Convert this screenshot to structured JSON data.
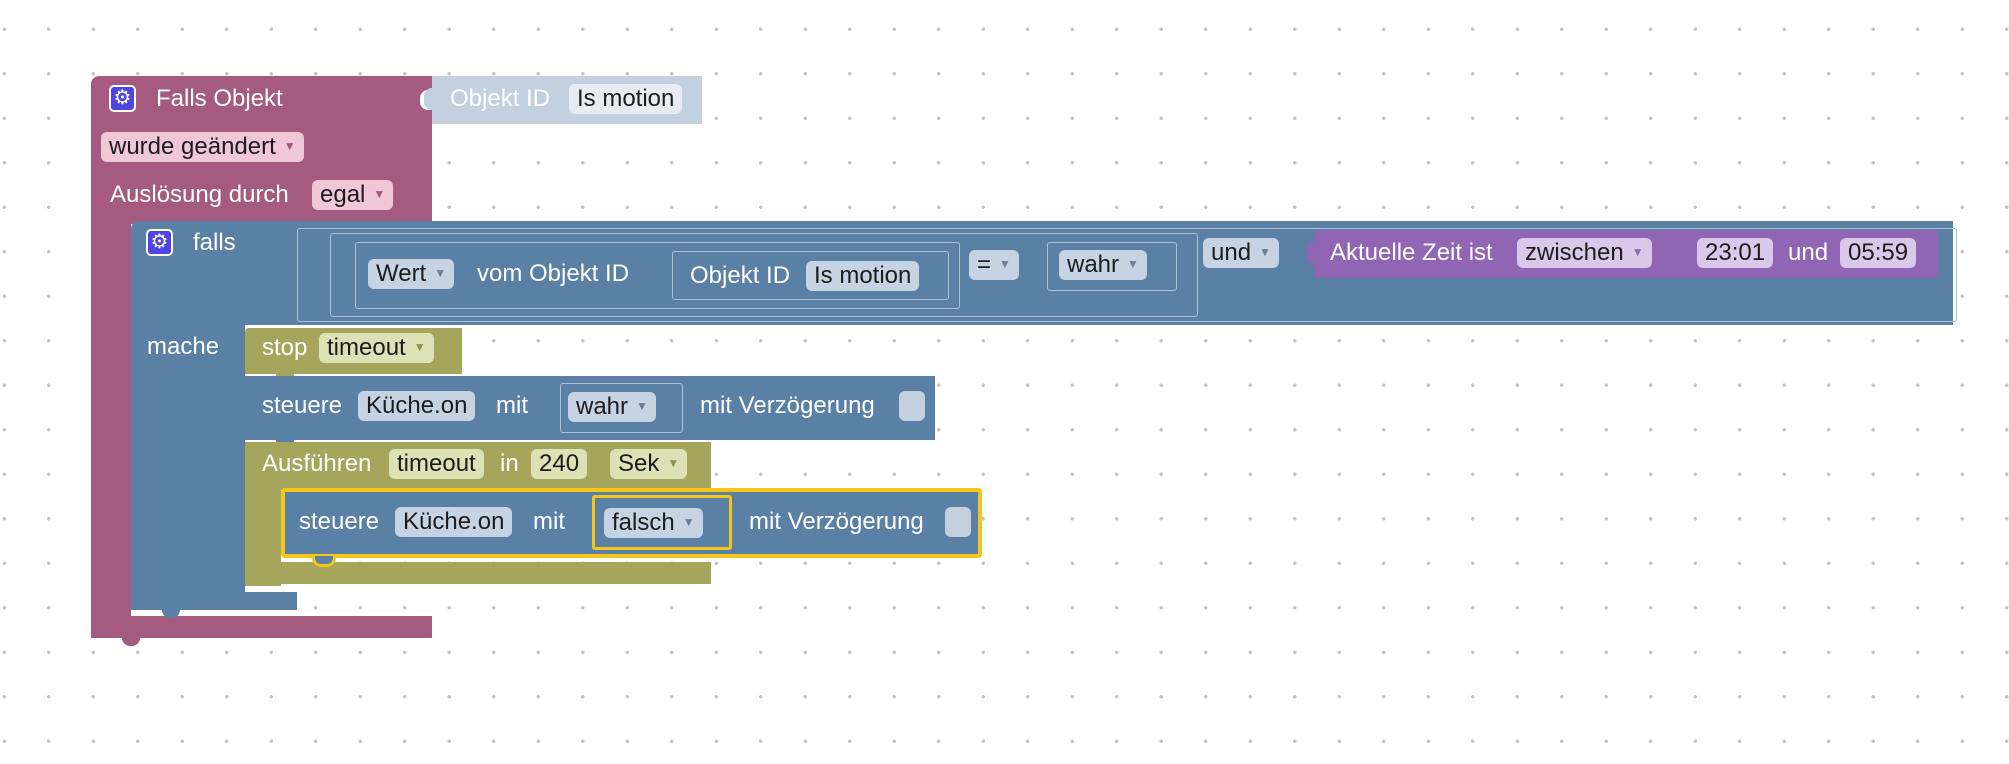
{
  "trigger_block": {
    "title": "Falls Objekt",
    "object_id_label": "Objekt ID",
    "object_id_value": "Is motion",
    "change_mode": "wurde geändert",
    "triggered_by_label": "Auslösung durch",
    "triggered_by_value": "egal"
  },
  "if_block": {
    "falls_label": "falls",
    "mache_label": "mache",
    "wert_dropdown": "Wert",
    "vom_objekt_label": "vom Objekt ID",
    "inner_object_id_label": "Objekt ID",
    "inner_object_id_value": "Is motion",
    "operator": "=",
    "compare_value": "wahr",
    "and_operator": "und",
    "time_label": "Aktuelle Zeit ist",
    "time_mode": "zwischen",
    "time_start": "23:01",
    "time_and": "und",
    "time_end": "05:59"
  },
  "stop_block": {
    "label": "stop",
    "timer": "timeout"
  },
  "control_block_1": {
    "label": "steuere",
    "object": "Küche.on",
    "mit_label": "mit",
    "value": "wahr",
    "delay_label": "mit Verzögerung"
  },
  "timeout_block": {
    "label": "Ausführen",
    "timer": "timeout",
    "in_label": "in",
    "duration": "240",
    "unit": "Sek"
  },
  "control_block_2": {
    "label": "steuere",
    "object": "Küche.on",
    "mit_label": "mit",
    "value": "falsch",
    "delay_label": "mit Verzögerung"
  },
  "colors": {
    "trigger": "#a55b80",
    "logic": "#5b80a5",
    "value_block": "#c2d0e0",
    "time_block": "#9065b3",
    "timer_block": "#a5a55b",
    "selection": "#f5c518"
  }
}
